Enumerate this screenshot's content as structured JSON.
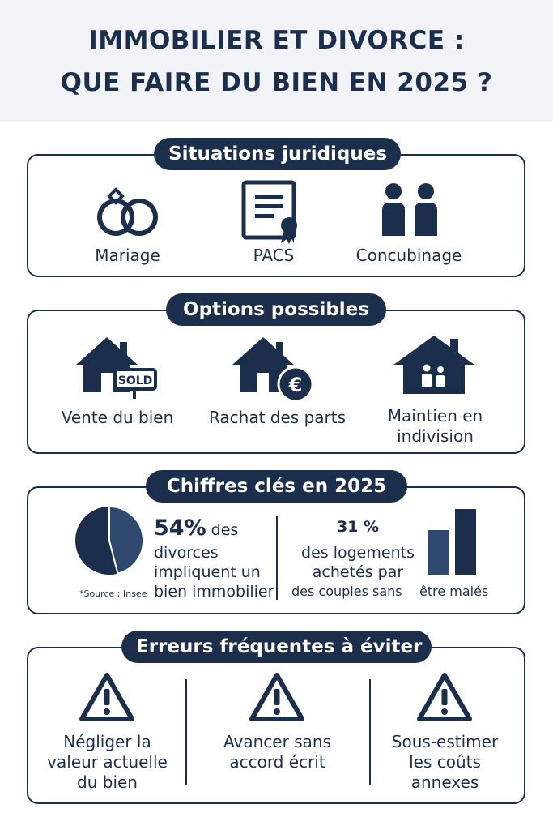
{
  "header": {
    "title_line1": "IMMOBILIER ET DIVORCE :",
    "title_line2": "QUE FAIRE DU BIEN EN 2025  ?"
  },
  "situations": {
    "title": "Situations juridiques",
    "items": [
      {
        "label": "Mariage",
        "icon": "rings-icon"
      },
      {
        "label": "PACS",
        "icon": "certificate-icon"
      },
      {
        "label": "Concubinage",
        "icon": "couple-icon"
      }
    ]
  },
  "options": {
    "title": "Options possibles",
    "items": [
      {
        "label": "Vente du bien",
        "icon": "house-sold-icon",
        "badge": "SOLD"
      },
      {
        "label": "Rachat des parts",
        "icon": "house-euro-icon",
        "badge": "€"
      },
      {
        "label_line1": "Maintien en",
        "label_line2": "indivision",
        "icon": "house-family-icon"
      }
    ]
  },
  "chiffres": {
    "title": "Chiffres clés en 2025",
    "left": {
      "value": "54%",
      "text_a": " des",
      "text_b": "divorces",
      "text_c": "impliquent un",
      "text_d": "bien immobilier",
      "source": "*Source ; Insee",
      "pie_fraction": 0.54
    },
    "right": {
      "value": "31 %",
      "text_a": "des logements",
      "text_b": "achetés par",
      "text_c": "des couples sans",
      "text_d": "être maiés"
    }
  },
  "erreurs": {
    "title": "Erreurs fréquentes à éviter",
    "items": [
      {
        "line1": "Négliger la",
        "line2": "valeur actuelle",
        "line3": "du bien"
      },
      {
        "line1": "Avancer sans",
        "line2": "accord écrit"
      },
      {
        "line1": "Sous-estimer",
        "line2": "les coûts annexes"
      }
    ]
  },
  "colors": {
    "navy": "#1b2f4c",
    "slate": "#2f4a6e",
    "header_bg": "#f1f3f7"
  }
}
